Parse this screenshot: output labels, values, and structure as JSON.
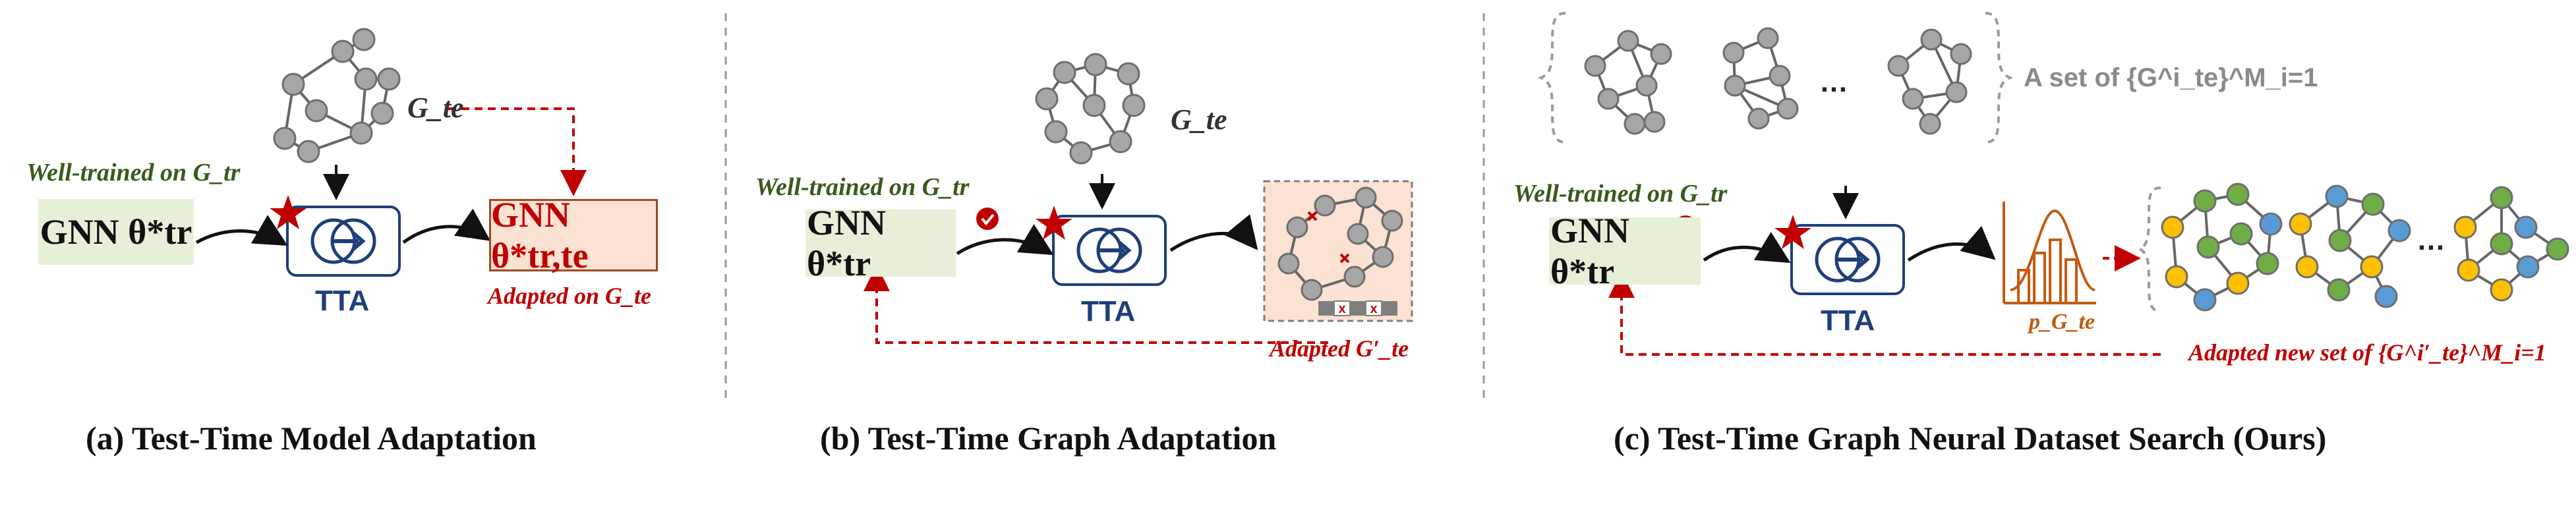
{
  "panels": {
    "a": {
      "caption": "(a) Test-Time Model Adaptation",
      "well_trained": "Well-trained on G_tr",
      "gnn_input": "GNN θ*tr",
      "tta": "TTA",
      "graph_label": "G_te",
      "gnn_output": "GNN θ*tr,te",
      "adapted": "Adapted on G_te"
    },
    "b": {
      "caption": "(b) Test-Time Graph Adaptation",
      "well_trained": "Well-trained on G_tr",
      "gnn_input": "GNN θ*tr",
      "tta": "TTA",
      "graph_label": "G_te",
      "adapted": "Adapted G′_te"
    },
    "c": {
      "caption": "(c) Test-Time Graph Neural Dataset Search (Ours)",
      "set_label": "A set of {G^i_te}^M_i=1",
      "ellipsis_top": "…",
      "well_trained": "Well-trained on G_tr",
      "gnn_input": "GNN θ*tr",
      "tta": "TTA",
      "dist_label": "p_G_te",
      "ellipsis_bottom": "…",
      "adapted": "Adapted new set of {G^i′_te}^M_i=1"
    }
  },
  "colors": {
    "gnn_box": "#e6f0d8",
    "adapted_box": "#fbe2d3",
    "adapted_border": "#9b4a21",
    "tta_blue": "#1f3f7a",
    "red": "#c00000",
    "green_text": "#3a5a1c",
    "node_gray": "#a6a6a6",
    "node_green": "#70ad47",
    "node_yellow": "#ffc000",
    "node_blue": "#5b9bd5",
    "dist_orange": "#c55a11"
  },
  "icons": [
    "star-icon",
    "check-badge-icon",
    "tta-circle-icon",
    "distribution-chart-icon",
    "graph-icon",
    "brace-icon"
  ]
}
